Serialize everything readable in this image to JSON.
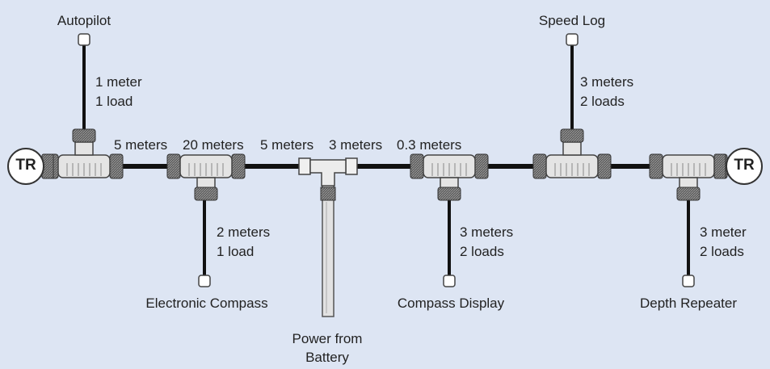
{
  "terminators": {
    "left": "TR",
    "right": "TR"
  },
  "backbone": {
    "segment_labels": [
      "5 meters",
      "20 meters",
      "5 meters",
      "3 meters",
      "0.3 meters"
    ]
  },
  "devices": {
    "autopilot": {
      "name": "Autopilot",
      "length": "1 meter",
      "load": "1 load"
    },
    "speed_log": {
      "name": "Speed Log",
      "length": "3 meters",
      "load": "2 loads"
    },
    "electronic_compass": {
      "name": "Electronic Compass",
      "length": "2 meters",
      "load": "1 load"
    },
    "compass_display": {
      "name": "Compass Display",
      "length": "3 meters",
      "load": "2 loads"
    },
    "depth_repeater": {
      "name": "Depth Repeater",
      "length": "3 meter",
      "load": "2 loads"
    }
  },
  "power": {
    "line1": "Power from",
    "line2": "Battery"
  },
  "colors": {
    "background": "#dde5f3",
    "cable": "#111111",
    "connector": "#d9d9d9",
    "nut": "#3a3a3a"
  }
}
